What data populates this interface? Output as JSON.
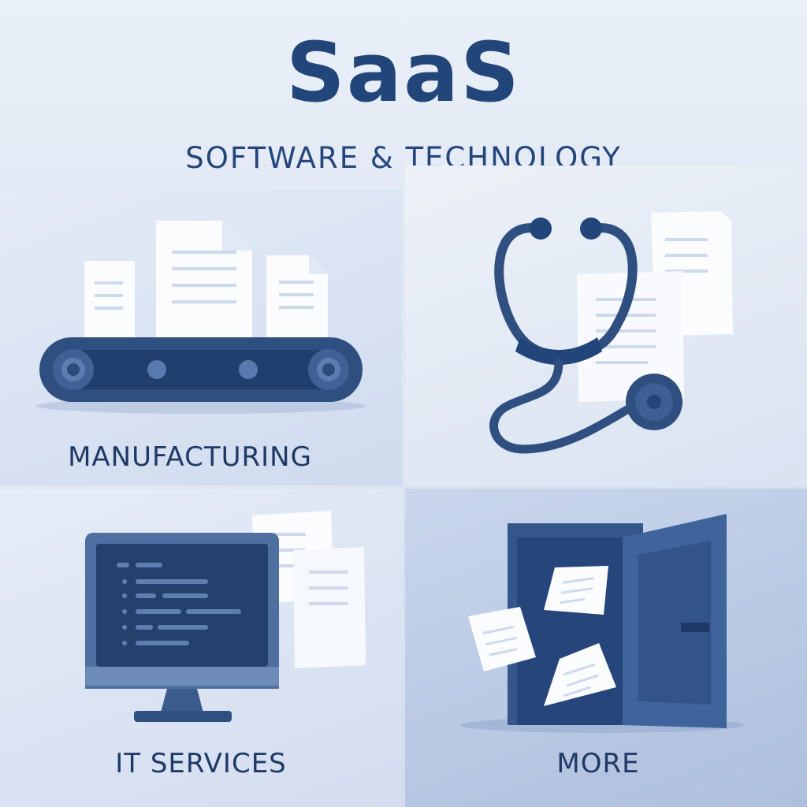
{
  "header": {
    "title": "SaaS",
    "subtitle": "SOFTWARE & TECHNOLOGY"
  },
  "tiles": {
    "manufacturing": {
      "label": "MANUFACTURING",
      "icon": "conveyor-belt-icon"
    },
    "healthcare": {
      "icon": "stethoscope-icon"
    },
    "it_services": {
      "label": "IT SERVICES",
      "icon": "computer-monitor-icon"
    },
    "more": {
      "label": "MORE",
      "icon": "open-door-icon"
    }
  },
  "colors": {
    "primary": "#22457a",
    "dark": "#2e4f7f",
    "paper": "#fbfcfe",
    "background": "#dfe7f3"
  }
}
